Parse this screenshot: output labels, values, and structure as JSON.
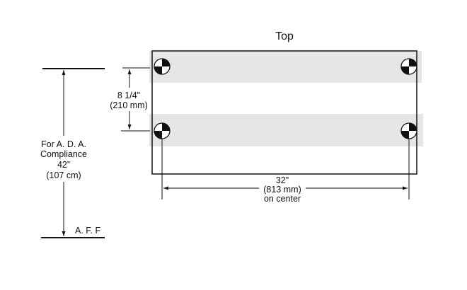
{
  "diagram": {
    "title": "Top",
    "ada_note": {
      "line1": "For A. D. A.",
      "line2": "Compliance",
      "line3": "42”",
      "line4": "(107 cm)"
    },
    "floor_label": "A. F. F",
    "vertical_spacing": {
      "imperial": "8 1/4\"",
      "metric": "(210 mm)"
    },
    "horizontal_spacing": {
      "imperial": "32\"",
      "metric": "(813 mm)",
      "note": "on center"
    },
    "colors": {
      "line": "#111111",
      "band": "#e6e6e6",
      "background": "#ffffff"
    },
    "mounting_marker_icon": "quartered-circle-target-icon"
  }
}
